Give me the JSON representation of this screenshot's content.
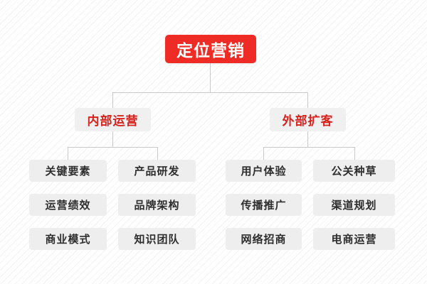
{
  "diagram": {
    "type": "organization-tree",
    "title": "定位营销",
    "colors": {
      "root_bg": "#ef2b26",
      "root_text": "#ffffff",
      "branch_bg": "#f0f0f0",
      "branch_text": "#d8221d",
      "leaf_bg": "#eeeeee",
      "leaf_text": "#2e2e2e",
      "connector": "#c9c9c9",
      "background": "#fbfbfb"
    },
    "root": {
      "label": "定位营销"
    },
    "branches": [
      {
        "label": "内部运营",
        "children": [
          {
            "label": "关键要素"
          },
          {
            "label": "产品研发"
          },
          {
            "label": "运营绩效"
          },
          {
            "label": "品牌架构"
          },
          {
            "label": "商业模式"
          },
          {
            "label": "知识团队"
          }
        ]
      },
      {
        "label": "外部扩客",
        "children": [
          {
            "label": "用户体验"
          },
          {
            "label": "公关种草"
          },
          {
            "label": "传播推广"
          },
          {
            "label": "渠道规划"
          },
          {
            "label": "网络招商"
          },
          {
            "label": "电商运营"
          }
        ]
      }
    ]
  }
}
